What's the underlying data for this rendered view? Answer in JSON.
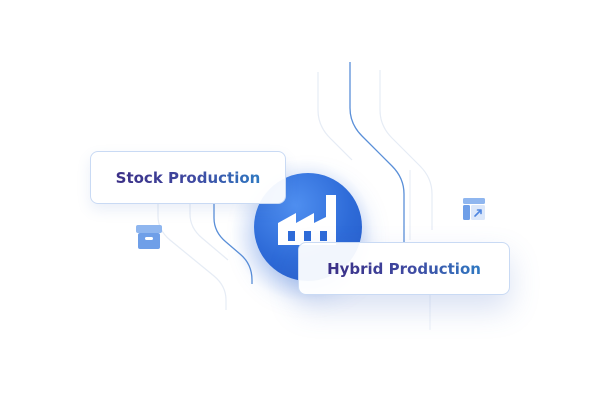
{
  "diagram": {
    "hub": {
      "icon": "factory-icon"
    },
    "nodes": [
      {
        "id": "stock",
        "label": "Stock Production",
        "icon": "archive-box-icon"
      },
      {
        "id": "hybrid",
        "label": "Hybrid Production",
        "icon": "layout-swap-icon"
      }
    ]
  },
  "colors": {
    "hub": "#2e6bd8",
    "accent_line": "#5a8fd8",
    "label_start": "#3b2f86",
    "label_end": "#2f79c2",
    "card_border": "#c9daf4"
  }
}
